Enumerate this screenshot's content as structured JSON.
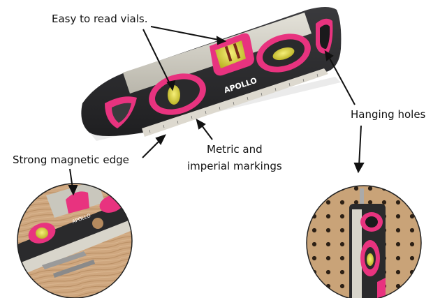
{
  "annotations": {
    "vials": "Easy to read vials.",
    "hanging_holes": "Hanging holes",
    "metric_line1": "Metric and",
    "metric_line2": "imperial markings",
    "magnetic_edge": "Strong magnetic edge"
  },
  "product": {
    "brand": "APOLLO"
  },
  "colors": {
    "accent_pink": "#e8337f",
    "body_black": "#2a2a2c",
    "aluminum": "#c9c7bd",
    "vial_yellow": "#d9d233",
    "pegboard": "#caa57a",
    "wood": "#c9a27a"
  }
}
